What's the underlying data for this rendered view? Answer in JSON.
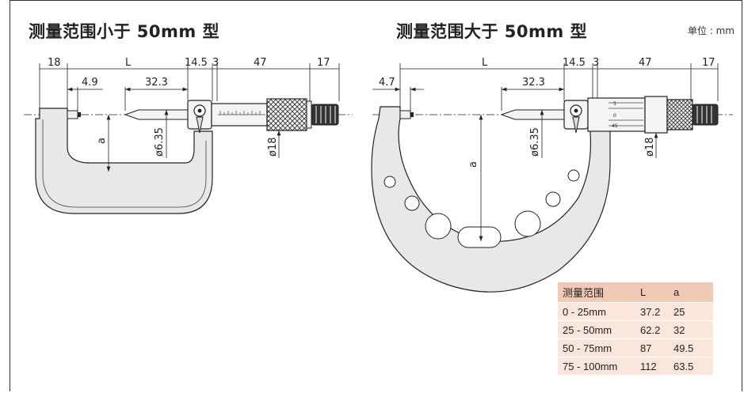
{
  "titles": {
    "left": "测量范围小于 50mm 型",
    "right": "测量范围大于 50mm 型",
    "unit": "单位 : mm"
  },
  "left_dims": {
    "d18": "18",
    "dL": "L",
    "d145": "14.5",
    "d3": "3",
    "d47": "47",
    "d17": "17",
    "d49": "4.9",
    "d323": "32.3",
    "d635": "ø6.35",
    "d018": "ø18",
    "da": "a"
  },
  "right_dims": {
    "d47a": "4.7",
    "dL": "L",
    "d145": "14.5",
    "d3": "3",
    "d47": "47",
    "d17": "17",
    "d323": "32.3",
    "d635": "ø6.35",
    "d018": "ø18",
    "da": "a",
    "scale5": "5",
    "scale0": "0",
    "scale45": "45"
  },
  "table": {
    "headers": [
      "测量范围",
      "L",
      "a"
    ],
    "rows": [
      [
        "0 - 25mm",
        "37.2",
        "25"
      ],
      [
        "25 - 50mm",
        "62.2",
        "32"
      ],
      [
        "50 - 75mm",
        "87",
        "49.5"
      ],
      [
        "75 - 100mm",
        "112",
        "63.5"
      ]
    ]
  }
}
